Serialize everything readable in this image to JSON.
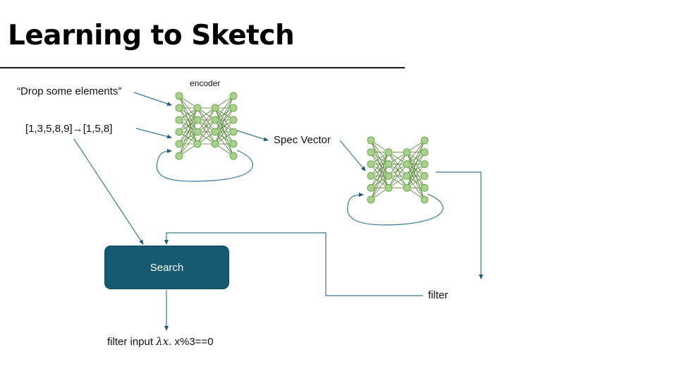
{
  "slide": {
    "title": "Learning to Sketch"
  },
  "diagram": {
    "colors": {
      "arrow": "#2e6a85",
      "node_fill": "#a9d08e",
      "node_stroke": "#70ad47",
      "edge": "#548235",
      "search_fill": "#165a72",
      "rule": "#1a1a1a"
    },
    "labels": {
      "drop_some": "“Drop some elements”",
      "example_io": "[1,3,5,8,9]→[1,5,8]",
      "encoder": "encoder",
      "spec_vector": "Spec Vector",
      "search": "Search",
      "filter": "filter",
      "output_prefix": "filter input ",
      "output_lambda": "λx",
      "output_suffix": ". x%3==0"
    },
    "networks": [
      {
        "name": "encoder-network",
        "layers": [
          6,
          4,
          4,
          6
        ]
      },
      {
        "name": "decoder-network",
        "layers": [
          6,
          4,
          4,
          6
        ]
      }
    ]
  }
}
